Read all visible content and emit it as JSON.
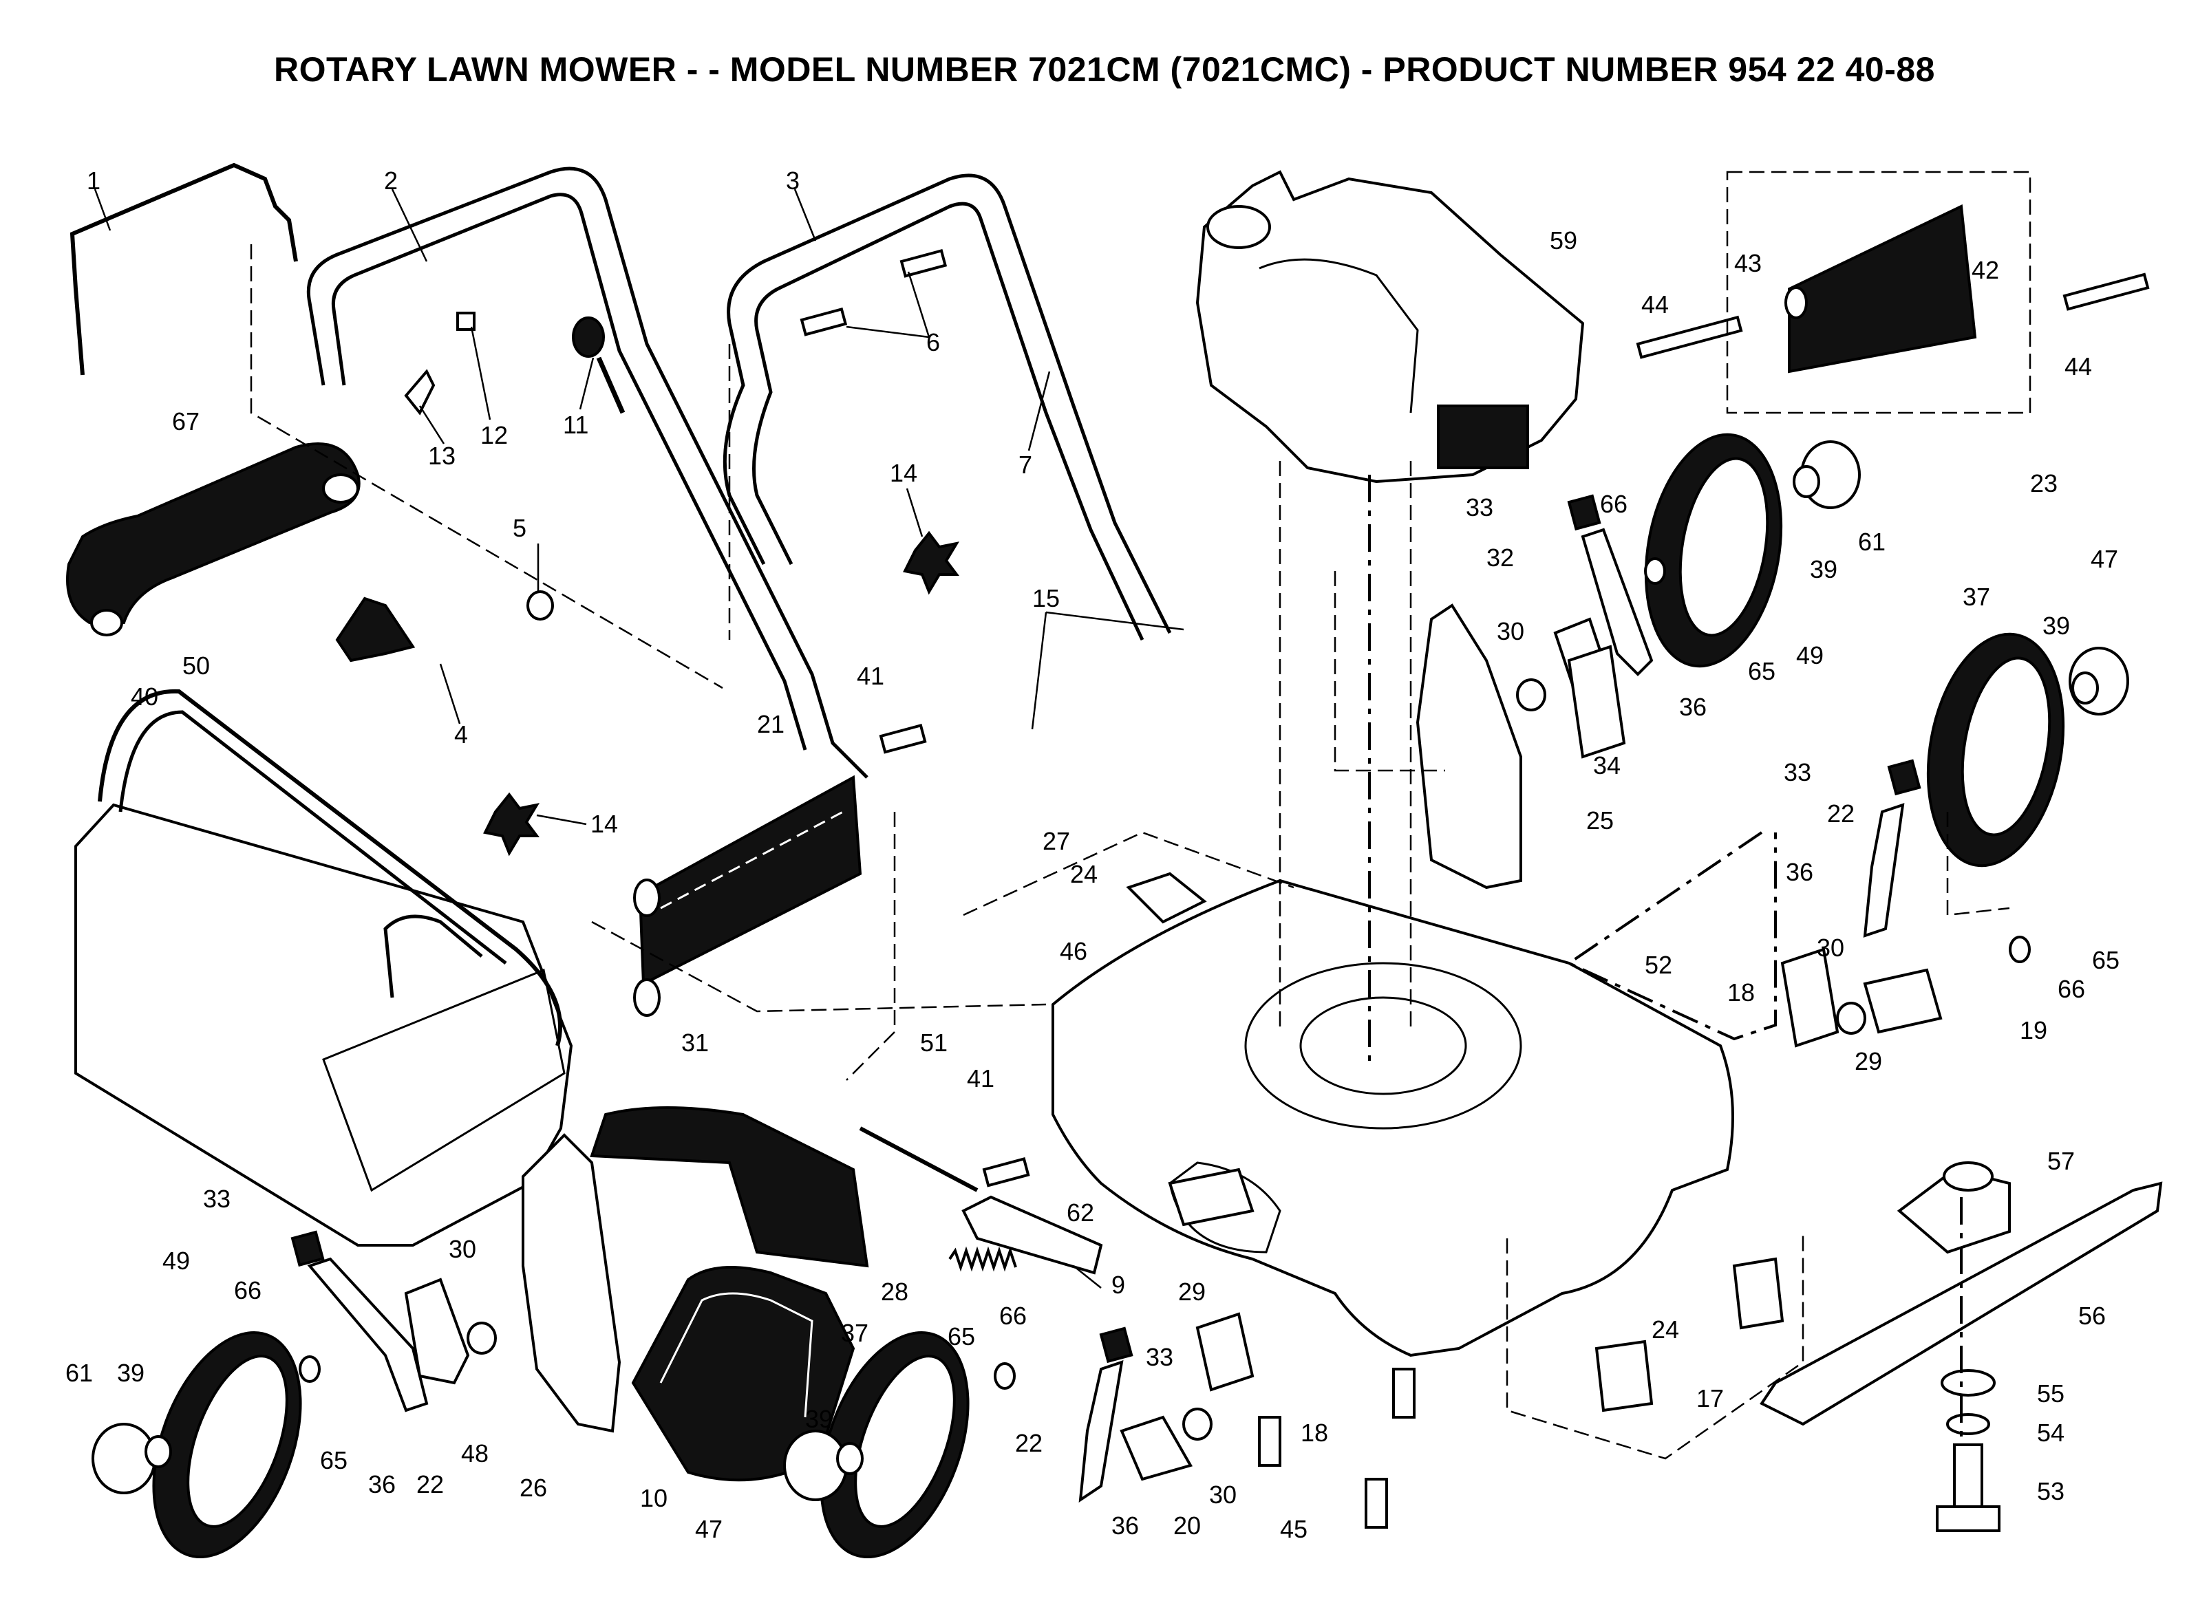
{
  "title": "ROTARY LAWN MOWER - - MODEL NUMBER 7021CM (7021CMC) - PRODUCT NUMBER 954 22 40-88",
  "callouts": [
    {
      "id": "c1",
      "text": "1"
    },
    {
      "id": "c2",
      "text": "2"
    },
    {
      "id": "c3",
      "text": "3"
    },
    {
      "id": "c4",
      "text": "4"
    },
    {
      "id": "c5",
      "text": "5"
    },
    {
      "id": "c6",
      "text": "6"
    },
    {
      "id": "c7",
      "text": "7"
    },
    {
      "id": "c9",
      "text": "9"
    },
    {
      "id": "c10",
      "text": "10"
    },
    {
      "id": "c11",
      "text": "11"
    },
    {
      "id": "c12",
      "text": "12"
    },
    {
      "id": "c13",
      "text": "13"
    },
    {
      "id": "c14a",
      "text": "14"
    },
    {
      "id": "c14b",
      "text": "14"
    },
    {
      "id": "c15",
      "text": "15"
    },
    {
      "id": "c17",
      "text": "17"
    },
    {
      "id": "c18a",
      "text": "18"
    },
    {
      "id": "c18b",
      "text": "18"
    },
    {
      "id": "c19",
      "text": "19"
    },
    {
      "id": "c20",
      "text": "20"
    },
    {
      "id": "c21",
      "text": "21"
    },
    {
      "id": "c22a",
      "text": "22"
    },
    {
      "id": "c22b",
      "text": "22"
    },
    {
      "id": "c22c",
      "text": "22"
    },
    {
      "id": "c23",
      "text": "23"
    },
    {
      "id": "c24a",
      "text": "24"
    },
    {
      "id": "c24b",
      "text": "24"
    },
    {
      "id": "c25",
      "text": "25"
    },
    {
      "id": "c26",
      "text": "26"
    },
    {
      "id": "c27",
      "text": "27"
    },
    {
      "id": "c28",
      "text": "28"
    },
    {
      "id": "c29a",
      "text": "29"
    },
    {
      "id": "c29b",
      "text": "29"
    },
    {
      "id": "c30a",
      "text": "30"
    },
    {
      "id": "c30b",
      "text": "30"
    },
    {
      "id": "c30c",
      "text": "30"
    },
    {
      "id": "c30d",
      "text": "30"
    },
    {
      "id": "c31",
      "text": "31"
    },
    {
      "id": "c32",
      "text": "32"
    },
    {
      "id": "c33a",
      "text": "33"
    },
    {
      "id": "c33b",
      "text": "33"
    },
    {
      "id": "c33c",
      "text": "33"
    },
    {
      "id": "c33d",
      "text": "33"
    },
    {
      "id": "c34",
      "text": "34"
    },
    {
      "id": "c36a",
      "text": "36"
    },
    {
      "id": "c36b",
      "text": "36"
    },
    {
      "id": "c36c",
      "text": "36"
    },
    {
      "id": "c36d",
      "text": "36"
    },
    {
      "id": "c37a",
      "text": "37"
    },
    {
      "id": "c37b",
      "text": "37"
    },
    {
      "id": "c39a",
      "text": "39"
    },
    {
      "id": "c39b",
      "text": "39"
    },
    {
      "id": "c39c",
      "text": "39"
    },
    {
      "id": "c39d",
      "text": "39"
    },
    {
      "id": "c40",
      "text": "40"
    },
    {
      "id": "c41a",
      "text": "41"
    },
    {
      "id": "c41b",
      "text": "41"
    },
    {
      "id": "c42",
      "text": "42"
    },
    {
      "id": "c43",
      "text": "43"
    },
    {
      "id": "c44a",
      "text": "44"
    },
    {
      "id": "c44b",
      "text": "44"
    },
    {
      "id": "c45",
      "text": "45"
    },
    {
      "id": "c46",
      "text": "46"
    },
    {
      "id": "c47a",
      "text": "47"
    },
    {
      "id": "c47b",
      "text": "47"
    },
    {
      "id": "c48",
      "text": "48"
    },
    {
      "id": "c49a",
      "text": "49"
    },
    {
      "id": "c49b",
      "text": "49"
    },
    {
      "id": "c50",
      "text": "50"
    },
    {
      "id": "c51",
      "text": "51"
    },
    {
      "id": "c52",
      "text": "52"
    },
    {
      "id": "c53",
      "text": "53"
    },
    {
      "id": "c54",
      "text": "54"
    },
    {
      "id": "c55",
      "text": "55"
    },
    {
      "id": "c56",
      "text": "56"
    },
    {
      "id": "c57",
      "text": "57"
    },
    {
      "id": "c59",
      "text": "59"
    },
    {
      "id": "c61a",
      "text": "61"
    },
    {
      "id": "c61b",
      "text": "61"
    },
    {
      "id": "c62",
      "text": "62"
    },
    {
      "id": "c65a",
      "text": "65"
    },
    {
      "id": "c65b",
      "text": "65"
    },
    {
      "id": "c65c",
      "text": "65"
    },
    {
      "id": "c65d",
      "text": "65"
    },
    {
      "id": "c66a",
      "text": "66"
    },
    {
      "id": "c66b",
      "text": "66"
    },
    {
      "id": "c66c",
      "text": "66"
    },
    {
      "id": "c66d",
      "text": "66"
    },
    {
      "id": "c67",
      "text": "67"
    }
  ]
}
